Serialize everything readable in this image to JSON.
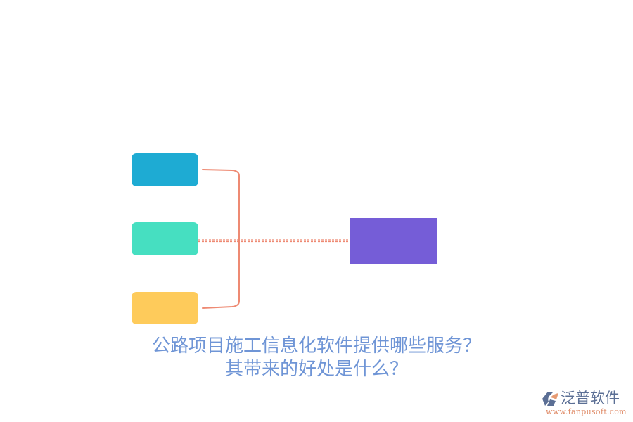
{
  "diagram": {
    "type": "mind-map-bracket",
    "nodes": [
      {
        "id": "node-1",
        "label": "",
        "color": "#1eabd3"
      },
      {
        "id": "node-2",
        "label": "",
        "color": "#46dfc1"
      },
      {
        "id": "node-3",
        "label": "",
        "color": "#fecb5b"
      }
    ],
    "target": {
      "id": "center-node",
      "label": "",
      "color": "#755dd7"
    },
    "connector_color": "#ee8a73",
    "title_lines": [
      "公路项目施工信息化软件提供哪些服务？",
      "其带来的好处是什么？"
    ],
    "title_color": "#6f95d6"
  },
  "watermark": {
    "brand_name": "泛普软件",
    "url": "www.fanpusoft.com",
    "icon": "fanpu-logo-icon"
  }
}
